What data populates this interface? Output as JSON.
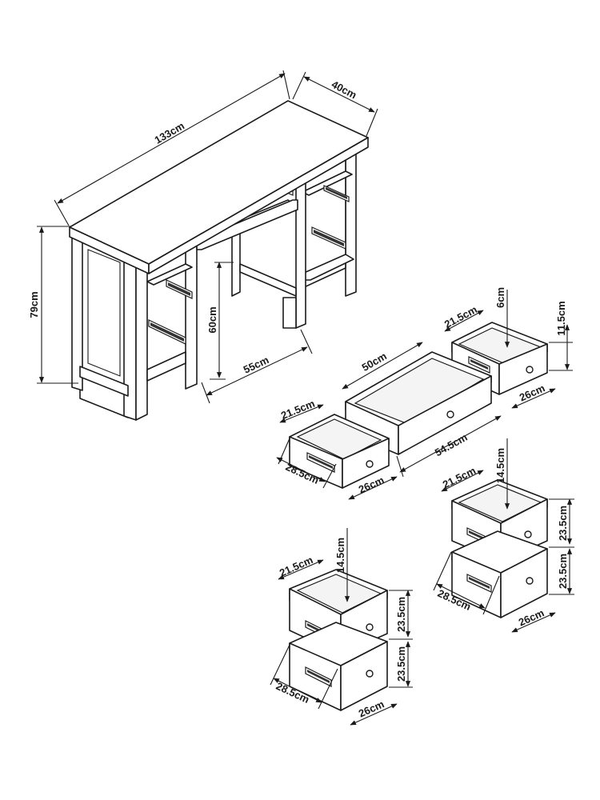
{
  "diagram": {
    "desk": {
      "width": "133cm",
      "depth": "40cm",
      "height": "79cm",
      "knee_height": "60cm",
      "knee_width": "55cm"
    },
    "top_drawer_small_right": {
      "depth_label": "21.5cm",
      "inner_height": "6cm",
      "height": "11.5cm",
      "width": "26cm"
    },
    "center_drawer": {
      "depth": "50cm",
      "width": "54.5cm"
    },
    "top_drawer_small_left": {
      "depth_label": "21.5cm",
      "side_depth": "28.5cm",
      "width": "26cm"
    },
    "stack_right": {
      "depth_label": "21.5cm",
      "inner_height": "14.5cm",
      "upper_height": "23.5cm",
      "lower_height": "23.5cm",
      "side_depth": "28.5cm",
      "width": "26cm"
    },
    "stack_left": {
      "depth_label": "21.5cm",
      "inner_height": "14.5cm",
      "upper_height": "23.5cm",
      "lower_height": "23.5cm",
      "side_depth": "28.5cm",
      "width": "26cm"
    }
  }
}
